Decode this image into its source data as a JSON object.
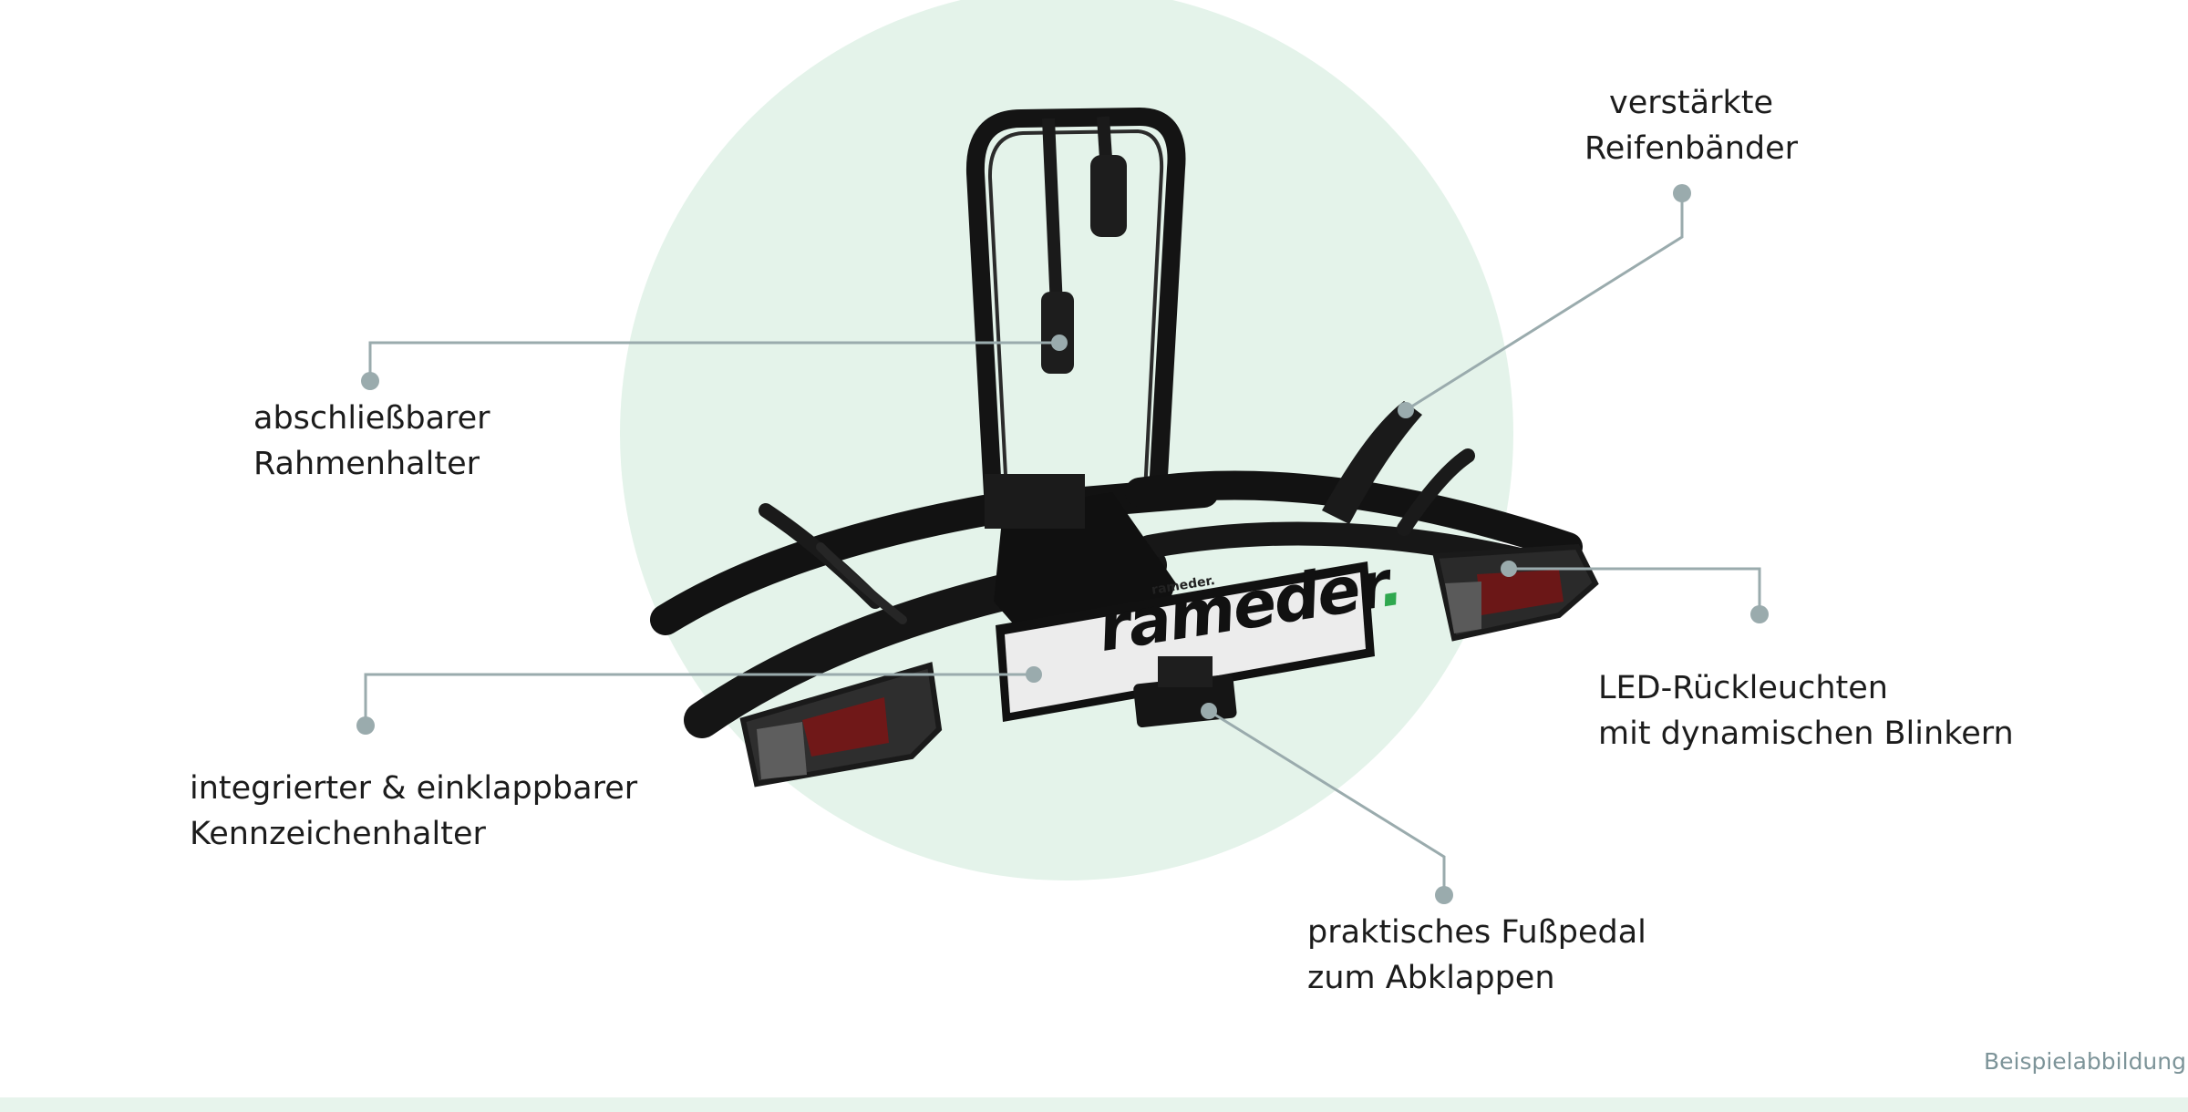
{
  "product": {
    "brand_plate": "rameder",
    "brand_small": "rameder.",
    "accent_dot_color": "#2fa84f"
  },
  "callouts": {
    "tire_straps": [
      "verstärkte",
      "Reifenbänder"
    ],
    "frame_holder": [
      "abschließbarer",
      "Rahmenhalter"
    ],
    "led_lights": [
      "LED-Rückleuchten",
      "mit dynamischen Blinkern"
    ],
    "plate_holder": [
      "integrierter & einklappbarer",
      "Kennzeichenhalter"
    ],
    "foot_pedal": [
      "praktisches Fußpedal",
      "zum Abklappen"
    ]
  },
  "caption": "Beispielabbildung",
  "colors": {
    "circle_fill": "#e4f3ea",
    "circle_shadow": "#cfeadb",
    "leader_line": "#9aabad",
    "caption_text": "#7d9499"
  }
}
